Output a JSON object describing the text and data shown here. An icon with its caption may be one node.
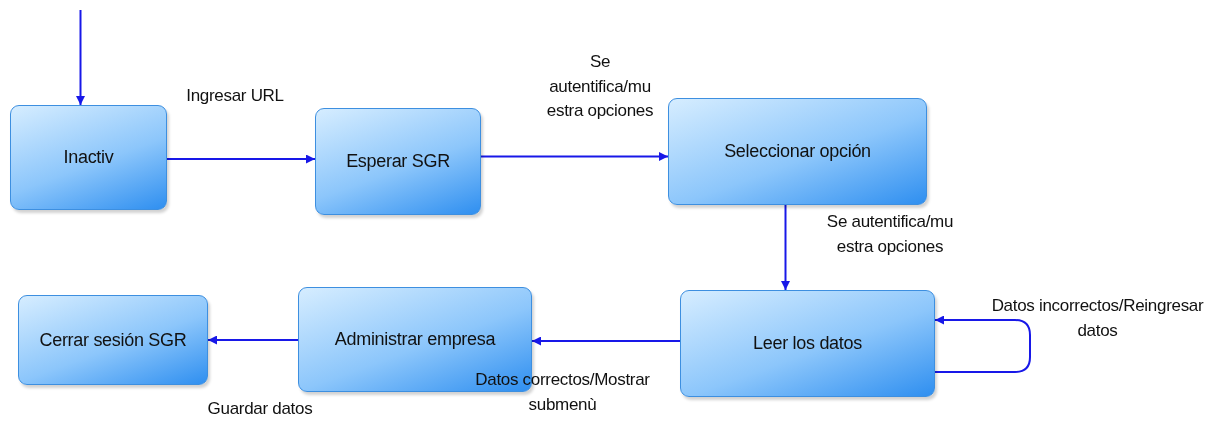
{
  "diagram": {
    "nodes": [
      {
        "text": [
          "Inactiv"
        ]
      },
      {
        "text": [
          "Esperar SGR"
        ]
      },
      {
        "text": [
          "Seleccionar opción"
        ]
      },
      {
        "text": [
          "Leer los datos"
        ]
      },
      {
        "text": [
          "Administrar empresa"
        ]
      },
      {
        "text": [
          "Cerrar sesión SGR"
        ]
      }
    ],
    "edges": [
      {
        "from": null,
        "to": 0,
        "arrow": "to"
      },
      {
        "from": 0,
        "to": 1,
        "arrow": "to",
        "label": "Ingresar URL"
      },
      {
        "from": 1,
        "to": 2,
        "arrow": "to",
        "label": "Se autentifica/mu estra opciones"
      },
      {
        "from": 2,
        "to": 3,
        "arrow": "to",
        "label": "Se autentifica/mu estra opciones"
      },
      {
        "from": 3,
        "to": 3,
        "arrow": "to",
        "label": "Datos incorrectos/Reingresar datos"
      },
      {
        "from": 3,
        "to": 4,
        "arrow": "to",
        "label": "Datos correctos/Mostrar submenù"
      },
      {
        "from": 4,
        "to": 5,
        "arrow": "to",
        "label": "Guardar datos"
      }
    ]
  }
}
